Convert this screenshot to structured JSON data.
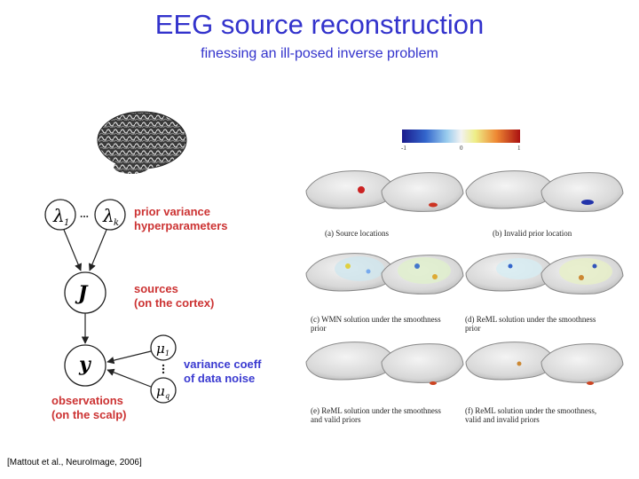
{
  "header": {
    "title": "EEG source reconstruction",
    "subtitle": "finessing an ill-posed inverse problem"
  },
  "model": {
    "lambda_1": "λ",
    "lambda_1_sub": "1",
    "lambda_k": "λ",
    "lambda_k_sub": "k",
    "ellipsis": "...",
    "J": "J",
    "y": "y",
    "mu_1": "μ",
    "mu_1_sub": "1",
    "mu_q": "μ",
    "mu_q_sub": "q",
    "label_prior": [
      "prior variance",
      "hyperparameters"
    ],
    "label_sources": [
      "sources",
      "(on the cortex)"
    ],
    "label_noise": [
      "variance coeff",
      "of data noise"
    ],
    "label_obs": [
      "observations",
      "(on the scalp)"
    ]
  },
  "citation": "[Mattout et al., NeuroImage, 2006]",
  "colorbar": {
    "ticks": [
      "-1",
      "0",
      "1"
    ]
  },
  "panels": {
    "a": "(a) Source locations",
    "b": "(b) Invalid prior location",
    "c": [
      "(c) WMN solution under the smoothness",
      "prior"
    ],
    "d": [
      "(d) ReML solution under the smoothness",
      "prior"
    ],
    "e": [
      "(e) ReML solution under the smoothness",
      "and valid priors"
    ],
    "f": [
      "(f) ReML solution under the smoothness,",
      "valid and invalid priors"
    ]
  },
  "colors": {
    "title": "#3333cc",
    "label_red": "#cc3333",
    "label_blue": "#3a3ad0"
  }
}
